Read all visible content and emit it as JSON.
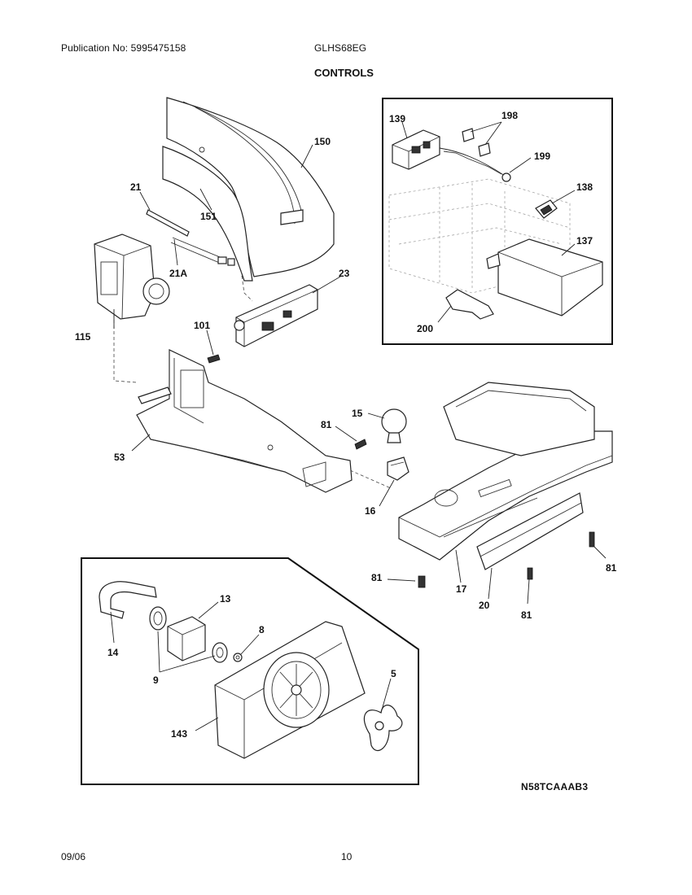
{
  "header": {
    "publication": "Publication No: 5995475158",
    "model": "GLHS68EG",
    "title": "CONTROLS"
  },
  "footer": {
    "date": "09/06",
    "page": "10",
    "drawing_code": "N58TCAAAB3"
  },
  "callouts": {
    "p150": "150",
    "p151": "151",
    "p21": "21",
    "p21a": "21A",
    "p23": "23",
    "p115": "115",
    "p101": "101",
    "p53": "53",
    "p81a": "81",
    "p15": "15",
    "p16": "16",
    "p17": "17",
    "p20": "20",
    "p81b": "81",
    "p81c": "81",
    "p81d": "81",
    "p139": "139",
    "p198": "198",
    "p199": "199",
    "p138": "138",
    "p137": "137",
    "p200": "200",
    "p13": "13",
    "p14": "14",
    "p8": "8",
    "p9": "9",
    "p5": "5",
    "p143": "143"
  }
}
